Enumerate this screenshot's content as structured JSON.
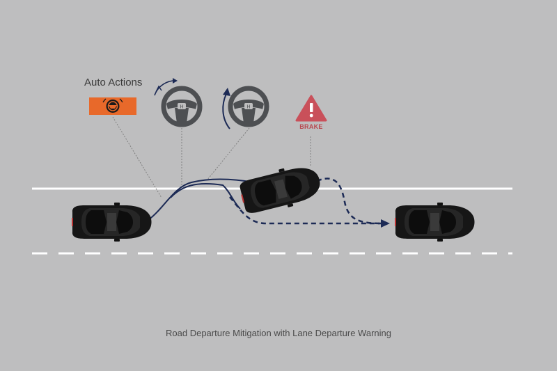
{
  "labels": {
    "auto_actions": "Auto Actions",
    "brake": "BRAKE",
    "caption": "Road Departure Mitigation with  Lane Departure Warning"
  },
  "icons": {
    "indicator": "steering-assist-icon",
    "wheel_1": "steering-wheel-icon",
    "wheel_2": "steering-wheel-icon",
    "warning": "warning-triangle-icon"
  },
  "colors": {
    "background": "#bebebf",
    "road_line": "#ffffff",
    "path": "#1c2a55",
    "indicator": "#e8692a",
    "wheel": "#4d4f52",
    "brake": "#c9505a",
    "car": "#1a1a1a"
  }
}
